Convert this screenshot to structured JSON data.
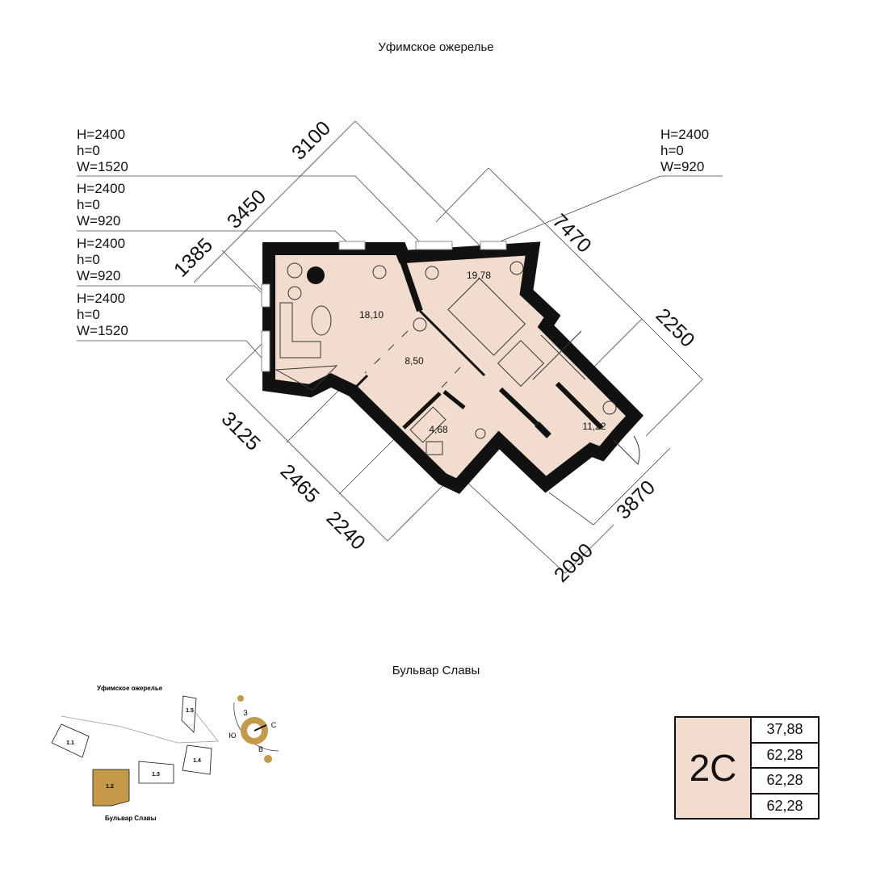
{
  "streets": {
    "top": "Уфимское ожерелье",
    "bottom": "Бульвар Славы"
  },
  "windows_left": [
    {
      "H": "H=2400",
      "h": "h=0",
      "W": "W=1520"
    },
    {
      "H": "H=2400",
      "h": "h=0",
      "W": "W=920"
    },
    {
      "H": "H=2400",
      "h": "h=0",
      "W": "W=920"
    },
    {
      "H": "H=2400",
      "h": "h=0",
      "W": "W=1520"
    }
  ],
  "windows_right": [
    {
      "H": "H=2400",
      "h": "h=0",
      "W": "W=920"
    }
  ],
  "dimensions": [
    "3100",
    "3450",
    "1385",
    "7470",
    "2250",
    "3125",
    "2465",
    "2240",
    "2090",
    "3870"
  ],
  "rooms": [
    "18,10",
    "19,78",
    "8,50",
    "4,68",
    "11,22"
  ],
  "minimap": {
    "top_street": "Уфимское ожерелье",
    "bottom_street": "Бульвар Славы",
    "sections": [
      "1.1",
      "1.2",
      "1.3",
      "1.4",
      "1.5"
    ],
    "highlighted": "1.2",
    "compass": {
      "west": "З",
      "north": "С",
      "south": "Ю",
      "east": "В"
    }
  },
  "summary": {
    "type": "2С",
    "values": [
      "37,88",
      "62,28",
      "62,28",
      "62,28"
    ]
  },
  "colors": {
    "floor": "#f2dccd",
    "accent": "#c49a4a",
    "wall": "#111111"
  }
}
